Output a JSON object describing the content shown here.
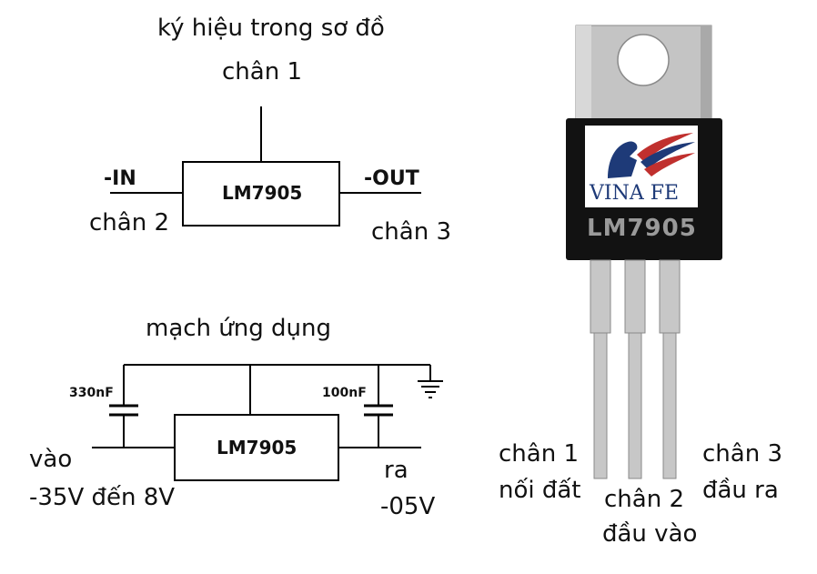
{
  "symbol_section": {
    "title": "ký hiệu trong sơ đồ",
    "pin1": "chân 1",
    "pin2": "chân 2",
    "pin3": "chân 3",
    "in_label": "-IN",
    "out_label": "-OUT",
    "ic_label": "LM7905"
  },
  "application_section": {
    "title": "mạch ứng dụng",
    "cap_in": "330nF",
    "cap_out": "100nF",
    "ic_label": "LM7905",
    "input_label_1": "vào",
    "input_label_2": "-35V đến 8V",
    "output_label_1": "ra",
    "output_label_2": "-05V"
  },
  "package": {
    "brand": "VINA FE",
    "part": "LM7905",
    "pin1_line1": "chân 1",
    "pin1_line2": "nối đất",
    "pin2_line1": "chân 2",
    "pin2_line2": "đầu vào",
    "pin3_line1": "chân 3",
    "pin3_line2": "đầu ra",
    "colors": {
      "tab": "#c9c9c9",
      "body": "#111111",
      "logo_blue": "#1e3a78",
      "logo_red": "#c0302e"
    }
  }
}
